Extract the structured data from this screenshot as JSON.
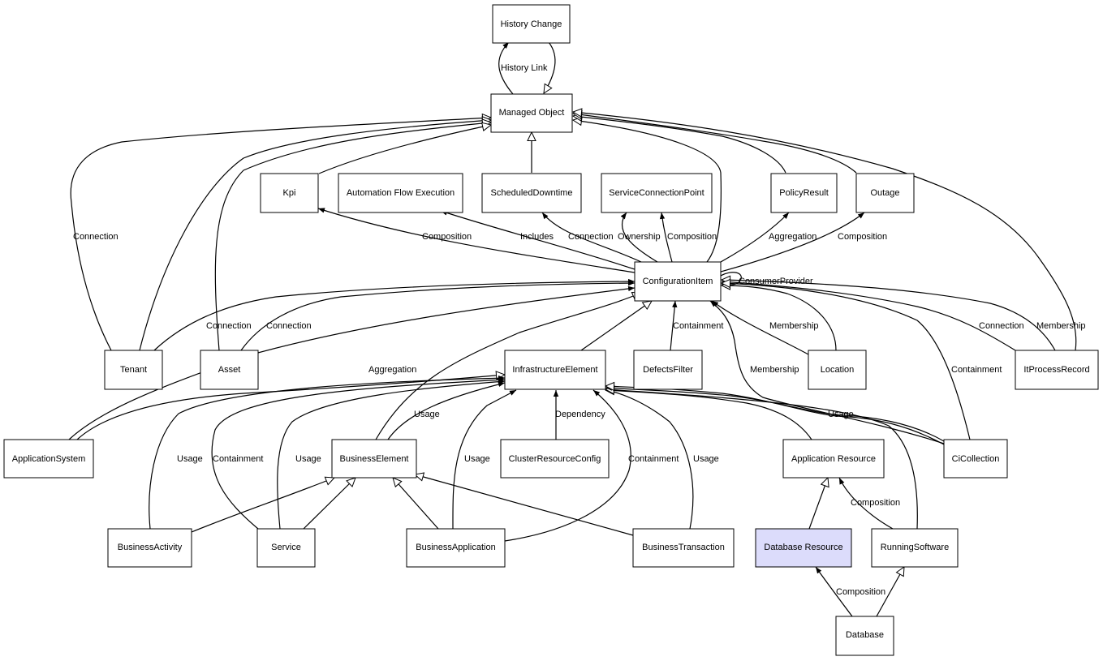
{
  "colors": {
    "node_fill": "#ffffff",
    "highlight_fill": "#dcdcfb",
    "line": "#000000"
  },
  "nodes": [
    {
      "id": "history_change",
      "label": "History Change"
    },
    {
      "id": "managed_object",
      "label": "Managed Object"
    },
    {
      "id": "kpi",
      "label": "Kpi"
    },
    {
      "id": "automation_flow_execution",
      "label": "Automation Flow Execution"
    },
    {
      "id": "scheduled_downtime",
      "label": "ScheduledDowntime"
    },
    {
      "id": "service_connection_point",
      "label": "ServiceConnectionPoint"
    },
    {
      "id": "policy_result",
      "label": "PolicyResult"
    },
    {
      "id": "outage",
      "label": "Outage"
    },
    {
      "id": "configuration_item",
      "label": "ConfigurationItem"
    },
    {
      "id": "tenant",
      "label": "Tenant"
    },
    {
      "id": "asset",
      "label": "Asset"
    },
    {
      "id": "infrastructure_element",
      "label": "InfrastructureElement"
    },
    {
      "id": "defects_filter",
      "label": "DefectsFilter"
    },
    {
      "id": "location",
      "label": "Location"
    },
    {
      "id": "it_process_record",
      "label": "ItProcessRecord"
    },
    {
      "id": "application_system",
      "label": "ApplicationSystem"
    },
    {
      "id": "business_element",
      "label": "BusinessElement"
    },
    {
      "id": "cluster_resource_config",
      "label": "ClusterResourceConfig"
    },
    {
      "id": "application_resource",
      "label": "Application Resource"
    },
    {
      "id": "ci_collection",
      "label": "CiCollection"
    },
    {
      "id": "business_activity",
      "label": "BusinessActivity"
    },
    {
      "id": "service",
      "label": "Service"
    },
    {
      "id": "business_application",
      "label": "BusinessApplication"
    },
    {
      "id": "business_transaction",
      "label": "BusinessTransaction"
    },
    {
      "id": "database_resource",
      "label": "Database Resource",
      "highlight": true
    },
    {
      "id": "running_software",
      "label": "RunningSoftware"
    },
    {
      "id": "database",
      "label": "Database"
    }
  ],
  "edge_labels": [
    {
      "id": "history_link",
      "text": "History Link"
    },
    {
      "id": "conn_tenant_mo",
      "text": "Connection"
    },
    {
      "id": "comp_kpi",
      "text": "Composition"
    },
    {
      "id": "includes_afe",
      "text": "Includes"
    },
    {
      "id": "conn_sd",
      "text": "Connection"
    },
    {
      "id": "own_scp",
      "text": "Ownership"
    },
    {
      "id": "comp_scp",
      "text": "Composition"
    },
    {
      "id": "aggr_pr",
      "text": "Aggregation"
    },
    {
      "id": "comp_outage",
      "text": "Composition"
    },
    {
      "id": "consumer_provider",
      "text": "ConsumerProvider"
    },
    {
      "id": "conn_tenant_ci",
      "text": "Connection"
    },
    {
      "id": "conn_asset_ci",
      "text": "Connection"
    },
    {
      "id": "containment_df",
      "text": "Containment"
    },
    {
      "id": "membership_loc",
      "text": "Membership"
    },
    {
      "id": "conn_ipr",
      "text": "Connection"
    },
    {
      "id": "membership_ipr",
      "text": "Membership"
    },
    {
      "id": "aggr_appsys",
      "text": "Aggregation"
    },
    {
      "id": "membership_cic",
      "text": "Membership"
    },
    {
      "id": "containment_cic",
      "text": "Containment"
    },
    {
      "id": "usage_be",
      "text": "Usage"
    },
    {
      "id": "dependency_crc",
      "text": "Dependency"
    },
    {
      "id": "usage_cic",
      "text": "Usage"
    },
    {
      "id": "usage_ba",
      "text": "Usage"
    },
    {
      "id": "containment_svc",
      "text": "Containment"
    },
    {
      "id": "usage_svc",
      "text": "Usage"
    },
    {
      "id": "usage_bapp",
      "text": "Usage"
    },
    {
      "id": "containment_bapp",
      "text": "Containment"
    },
    {
      "id": "usage_bt",
      "text": "Usage"
    },
    {
      "id": "comp_rs_ar",
      "text": "Composition"
    },
    {
      "id": "comp_db_dr",
      "text": "Composition"
    }
  ]
}
